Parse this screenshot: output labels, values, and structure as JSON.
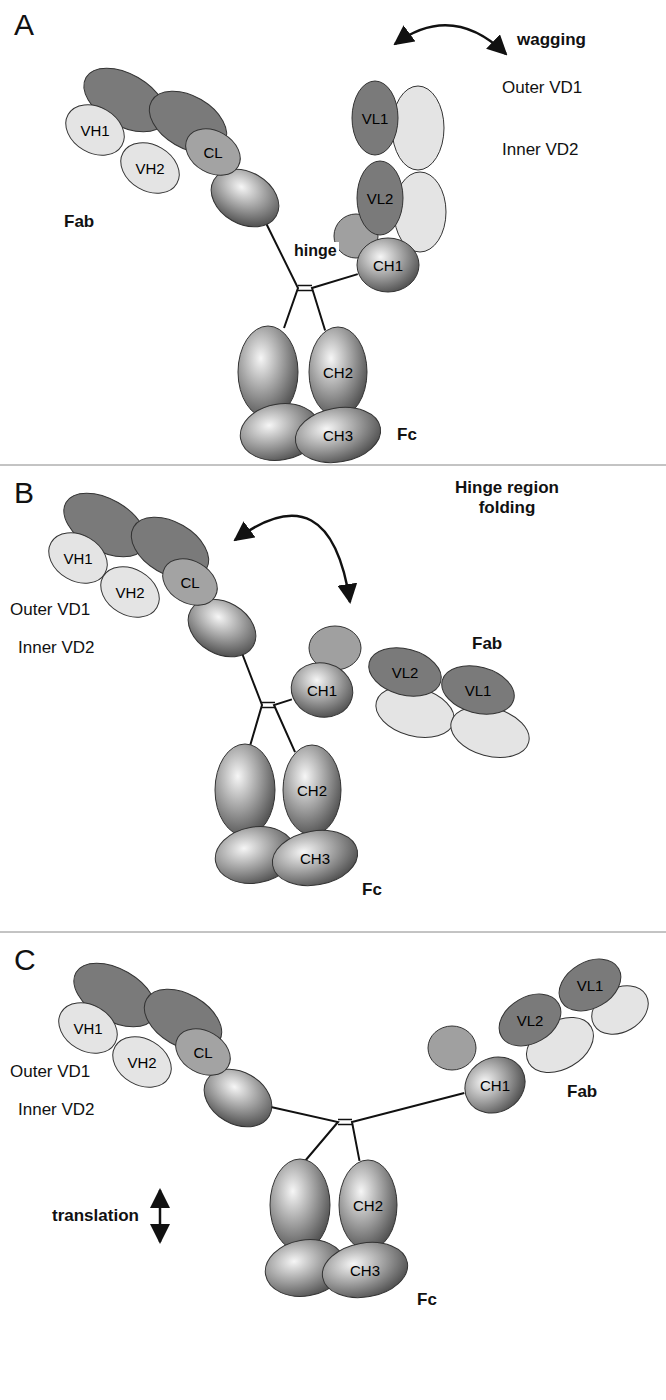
{
  "diagram": {
    "nodes": [
      {
        "text": [
          "VH1"
        ]
      },
      {
        "text": [
          "VH2"
        ]
      },
      {
        "text": [
          "CL"
        ]
      },
      {
        "text": [
          "VL1"
        ]
      },
      {
        "text": [
          "VL2"
        ]
      },
      {
        "text": [
          "CH1"
        ]
      },
      {
        "text": [
          "CH2"
        ]
      },
      {
        "text": [
          "CH3"
        ]
      },
      {
        "text": [
          "VH1"
        ]
      },
      {
        "text": [
          "VH2"
        ]
      },
      {
        "text": [
          "CL"
        ]
      },
      {
        "text": [
          "VL2"
        ]
      },
      {
        "text": [
          "VL1"
        ]
      },
      {
        "text": [
          "CH1"
        ]
      },
      {
        "text": [
          "CH2"
        ]
      },
      {
        "text": [
          "CH3"
        ]
      },
      {
        "text": [
          "VH1"
        ]
      },
      {
        "text": [
          "VH2"
        ]
      },
      {
        "text": [
          "CL"
        ]
      },
      {
        "text": [
          "VL1"
        ]
      },
      {
        "text": [
          "VL2"
        ]
      },
      {
        "text": [
          "CH1"
        ]
      },
      {
        "text": [
          "CH2"
        ]
      },
      {
        "text": [
          "CH3"
        ]
      }
    ],
    "edges": [
      {
        "from": 5,
        "to": 6,
        "arrow": "none"
      },
      {
        "from": 13,
        "to": 14,
        "arrow": "none"
      },
      {
        "from": 21,
        "to": 22,
        "arrow": "none"
      }
    ],
    "labels": [
      "A",
      "wagging",
      "Outer VD1",
      "Inner VD2",
      "Fab",
      "hinge",
      "Fc",
      "B",
      "Hinge region folding",
      "Outer VD1",
      "Inner VD2",
      "Fab",
      "Fc",
      "C",
      "Outer VD1",
      "Inner VD2",
      "Fab",
      "translation",
      "Fc"
    ]
  }
}
